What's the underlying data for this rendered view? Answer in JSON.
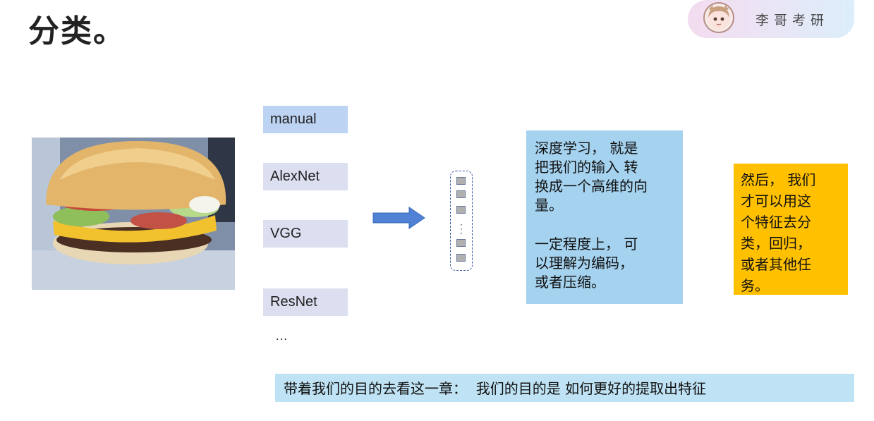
{
  "header": {
    "title": "分类。",
    "brand_text": "李哥考研"
  },
  "models": {
    "items": [
      "manual",
      "AlexNet",
      "VGG",
      "ResNet"
    ],
    "ellipsis": "…"
  },
  "blue_box": {
    "lines_1": [
      "深度学习， 就是",
      "把我们的输入 转",
      "换成一个高维的向",
      "量。"
    ],
    "lines_2": [
      "一定程度上， 可",
      "以理解为编码，",
      "或者压缩。"
    ]
  },
  "orange_box": {
    "lines": [
      "然后， 我们",
      "才可以用这",
      "个特征去分",
      "类，回归，",
      "或者其他任",
      "务。"
    ]
  },
  "footer": {
    "text": "带着我们的目的去看这一章：  我们的目的是 如何更好的提取出特征"
  },
  "colors": {
    "model_active": "#bdd3f3",
    "model_bg": "#dcdff0",
    "blue_box": "#a5d2ef",
    "orange_box": "#ffc000",
    "footer": "#bfe3f4",
    "arrow": "#4f81d4"
  },
  "icons": {
    "avatar": "anime-girl-avatar",
    "photo": "hamburger-photo",
    "arrow": "right-arrow-icon",
    "vector": "feature-vector-icon"
  }
}
